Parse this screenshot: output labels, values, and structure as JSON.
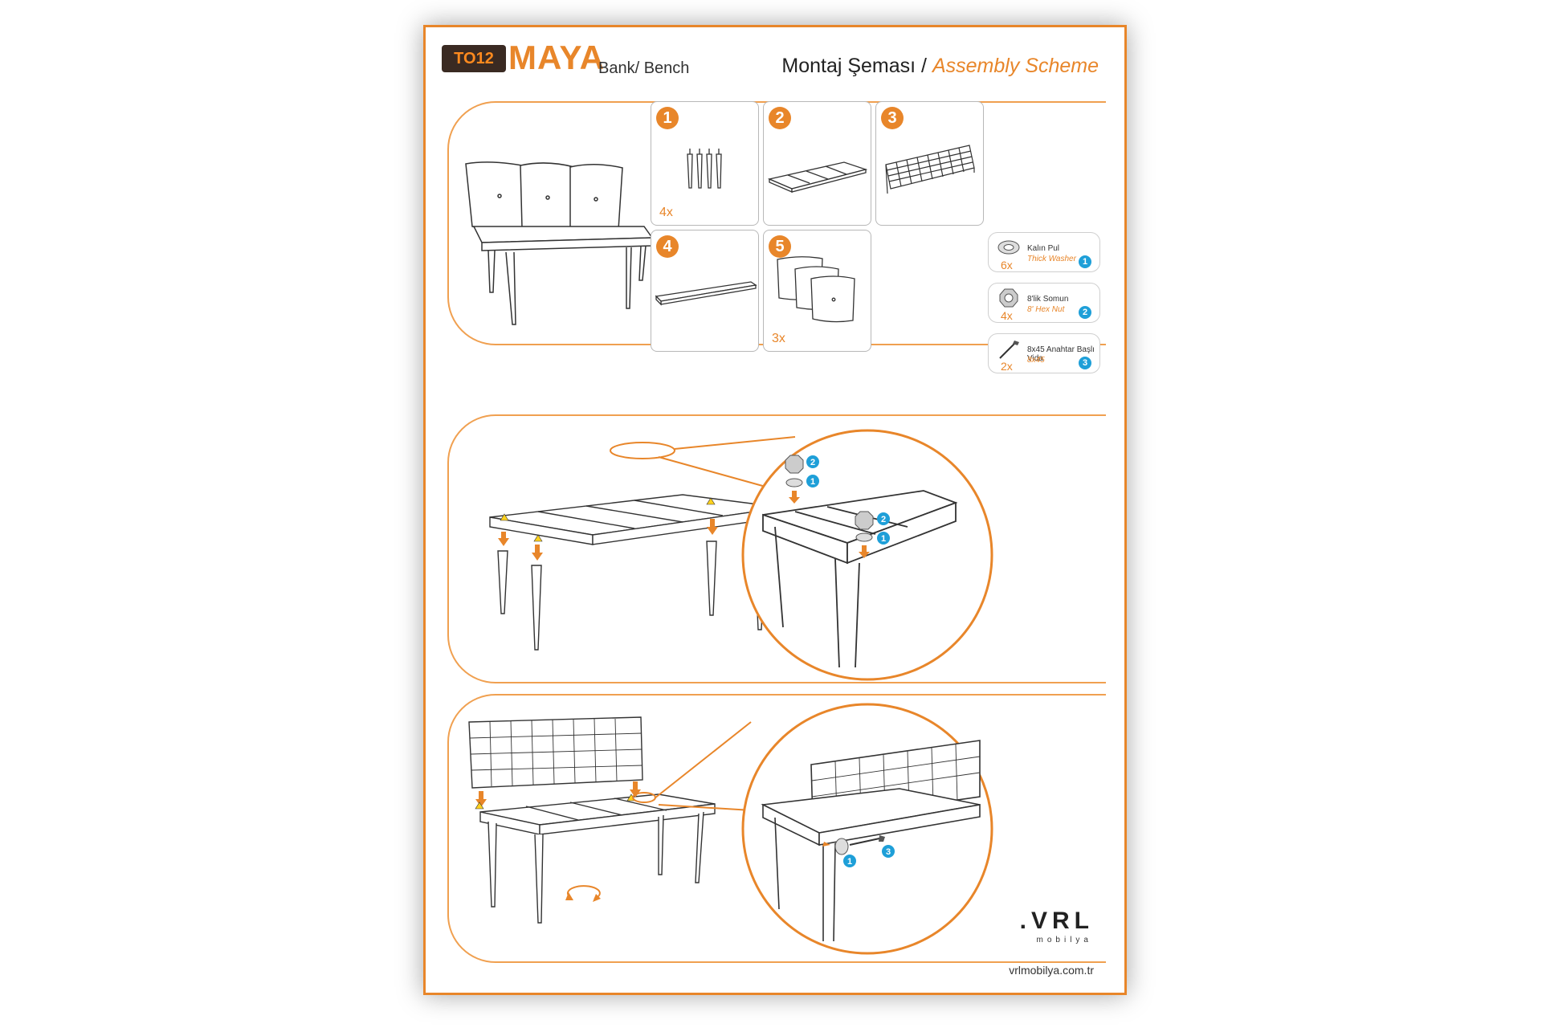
{
  "header": {
    "code": "TO12",
    "model": "MAYA",
    "subtitle": "Bank/ Bench",
    "scheme_tr": "Montaj Şeması /",
    "scheme_en": "Assembly Scheme"
  },
  "parts": [
    {
      "number": "1",
      "quantity": "4x",
      "icon": "leg-icon"
    },
    {
      "number": "2",
      "quantity": "",
      "icon": "seat-frame-icon"
    },
    {
      "number": "3",
      "quantity": "",
      "icon": "backrest-icon"
    },
    {
      "number": "4",
      "quantity": "",
      "icon": "seat-cushion-icon"
    },
    {
      "number": "5",
      "quantity": "3x",
      "icon": "pillow-icon"
    }
  ],
  "hardware": [
    {
      "badge": "1",
      "quantity": "6x",
      "name_tr": "Kalın Pul",
      "name_en": "Thick Washer",
      "icon": "washer-icon"
    },
    {
      "badge": "2",
      "quantity": "4x",
      "name_tr": "8'lik Somun",
      "name_en": "8' Hex Nut",
      "icon": "hex-nut-icon"
    },
    {
      "badge": "3",
      "quantity": "2x",
      "name_tr": "8x45 Anahtar Başlı Vida",
      "name_en": "8x45",
      "icon": "screw-icon"
    }
  ],
  "step_badges": {
    "washer": "1",
    "nut": "2",
    "screw": "3"
  },
  "footer": {
    "logo": ".VRL",
    "logo_sub": "mobilya",
    "website": "vrlmobilya.com.tr"
  },
  "colors": {
    "accent": "#e8862a",
    "badge_blue": "#1e9fd8",
    "line": "#333333"
  }
}
